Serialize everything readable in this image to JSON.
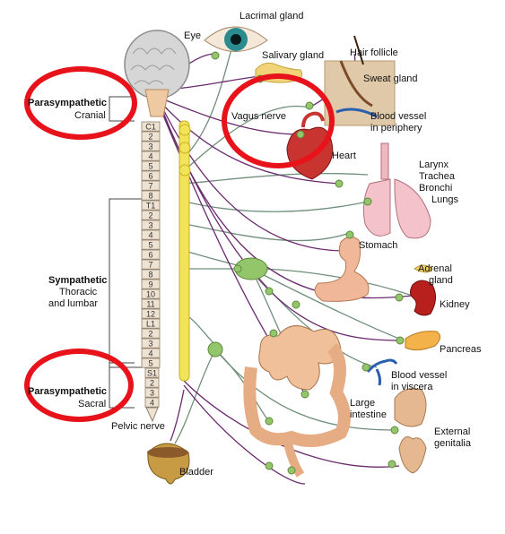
{
  "left_labels": {
    "para_cranial_title": "Parasympathetic",
    "para_cranial_sub": "Cranial",
    "symp_title": "Sympathetic",
    "symp_sub1": "Thoracic",
    "symp_sub2": "and lumbar",
    "para_sacral_title": "Parasympathetic",
    "para_sacral_sub": "Sacral",
    "pelvic_nerve": "Pelvic nerve",
    "bladder": "Bladder"
  },
  "organ_labels": {
    "eye": "Eye",
    "lacrimal": "Lacrimal gland",
    "salivary": "Salivary gland",
    "hair": "Hair follicle",
    "sweat": "Sweat gland",
    "vagus": "Vagus nerve",
    "blood_periphery_1": "Blood vessel",
    "blood_periphery_2": "in periphery",
    "heart": "Heart",
    "larynx": "Larynx",
    "trachea": "Trachea",
    "bronchi": "Bronchi",
    "lungs": "Lungs",
    "stomach": "Stomach",
    "adrenal_1": "Adrenal",
    "adrenal_2": "gland",
    "kidney": "Kidney",
    "pancreas": "Pancreas",
    "blood_viscera_1": "Blood vessel",
    "blood_viscera_2": "in viscera",
    "large_int_1": "Large",
    "large_int_2": "intestine",
    "ext_gen_1": "External",
    "ext_gen_2": "genitalia"
  },
  "spinal_segments": [
    "C1",
    "2",
    "3",
    "4",
    "5",
    "6",
    "7",
    "8",
    "T1",
    "2",
    "3",
    "4",
    "5",
    "6",
    "7",
    "8",
    "9",
    "10",
    "11",
    "12",
    "L1",
    "2",
    "3",
    "4",
    "5",
    "S1",
    "2",
    "3",
    "4"
  ],
  "colors": {
    "highlight_circle": "#e8121b",
    "sympathetic_nerve": "#6f8f7a",
    "parasympathetic_nerve": "#6a2a6e",
    "ganglion": "#93c56b",
    "chain": "#f1e35a"
  }
}
